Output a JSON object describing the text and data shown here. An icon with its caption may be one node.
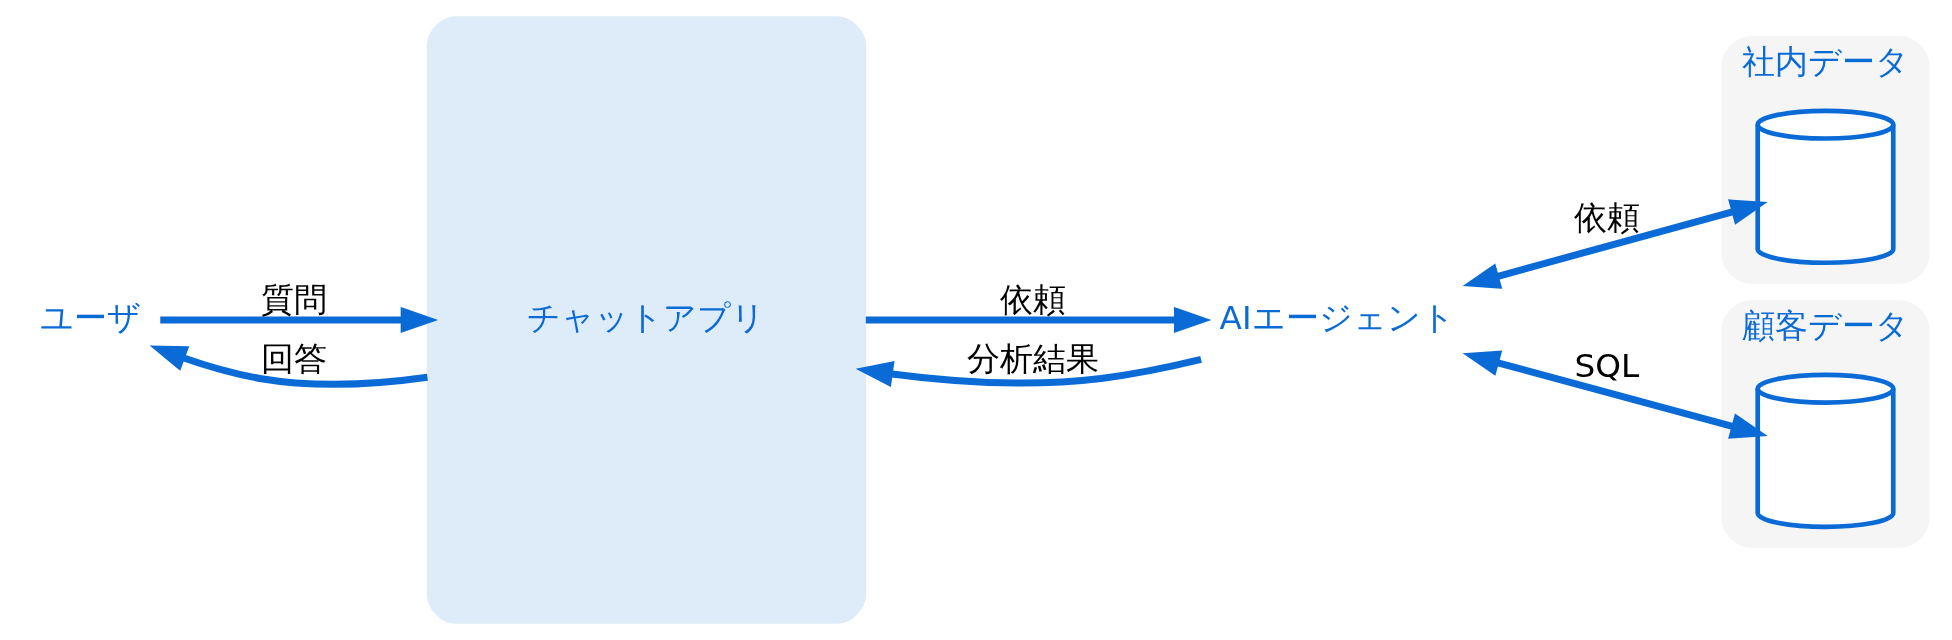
{
  "diagram": {
    "nodes": [
      {
        "text": [
          "ユーザ"
        ]
      },
      {
        "text": [
          "チャットアプリ"
        ]
      },
      {
        "text": [
          "AIエージェント"
        ]
      },
      {
        "text": [
          "社内データ"
        ]
      },
      {
        "text": [],
        "shape": "cylinder",
        "in": 3
      },
      {
        "text": [
          "顧客データ"
        ]
      },
      {
        "text": [],
        "shape": "cylinder",
        "in": 5
      }
    ],
    "edges": [
      {
        "from": 0,
        "to": 1,
        "arrow": "to",
        "label": "質問"
      },
      {
        "from": 1,
        "to": 0,
        "arrow": "to",
        "label": "回答"
      },
      {
        "from": 1,
        "to": 2,
        "arrow": "to",
        "label": "依頼"
      },
      {
        "from": 2,
        "to": 1,
        "arrow": "to",
        "label": "分析結果"
      },
      {
        "from": 2,
        "to": 4,
        "arrow": "both",
        "label": "依頼"
      },
      {
        "from": 2,
        "to": 6,
        "arrow": "both",
        "label": "SQL"
      }
    ]
  }
}
